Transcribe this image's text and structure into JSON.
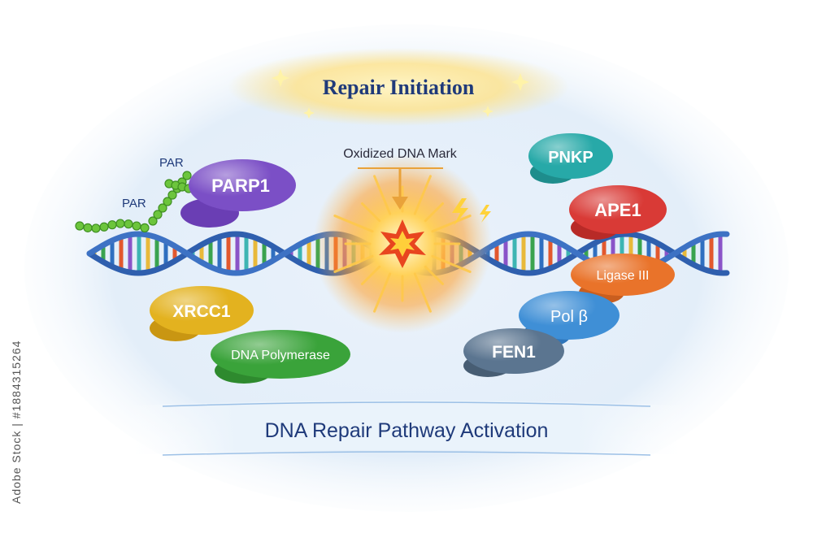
{
  "title": "Repair Initiation",
  "footer_title": "DNA Repair Pathway Activation",
  "damage_label": "Oxidized DNA Mark",
  "par_labels": [
    "PAR",
    "PAR"
  ],
  "proteins": {
    "parp1": "PARP1",
    "xrcc1": "XRCC1",
    "dna_polymerase": "DNA Polymerase",
    "pnkp": "PNKP",
    "ape1": "APE1",
    "ligase3": "Ligase III",
    "polb": "Pol β",
    "fen1": "FEN1"
  },
  "stock_id": "Adobe Stock | #1884315264",
  "colors": {
    "background_glow": "#dbe9f7",
    "dna_strand": "#2f5fae",
    "title_text": "#1f3a7a",
    "parp1": "#7b4fc6",
    "xrcc1": "#e3b21f",
    "dna_polymerase": "#3aa33a",
    "pnkp": "#27a9a8",
    "ape1": "#d93a36",
    "ligase3": "#e9732a",
    "polb": "#3f8fd6",
    "fen1": "#5b7590",
    "par_chain": "#6cc53c",
    "burst": "#ffb020"
  }
}
